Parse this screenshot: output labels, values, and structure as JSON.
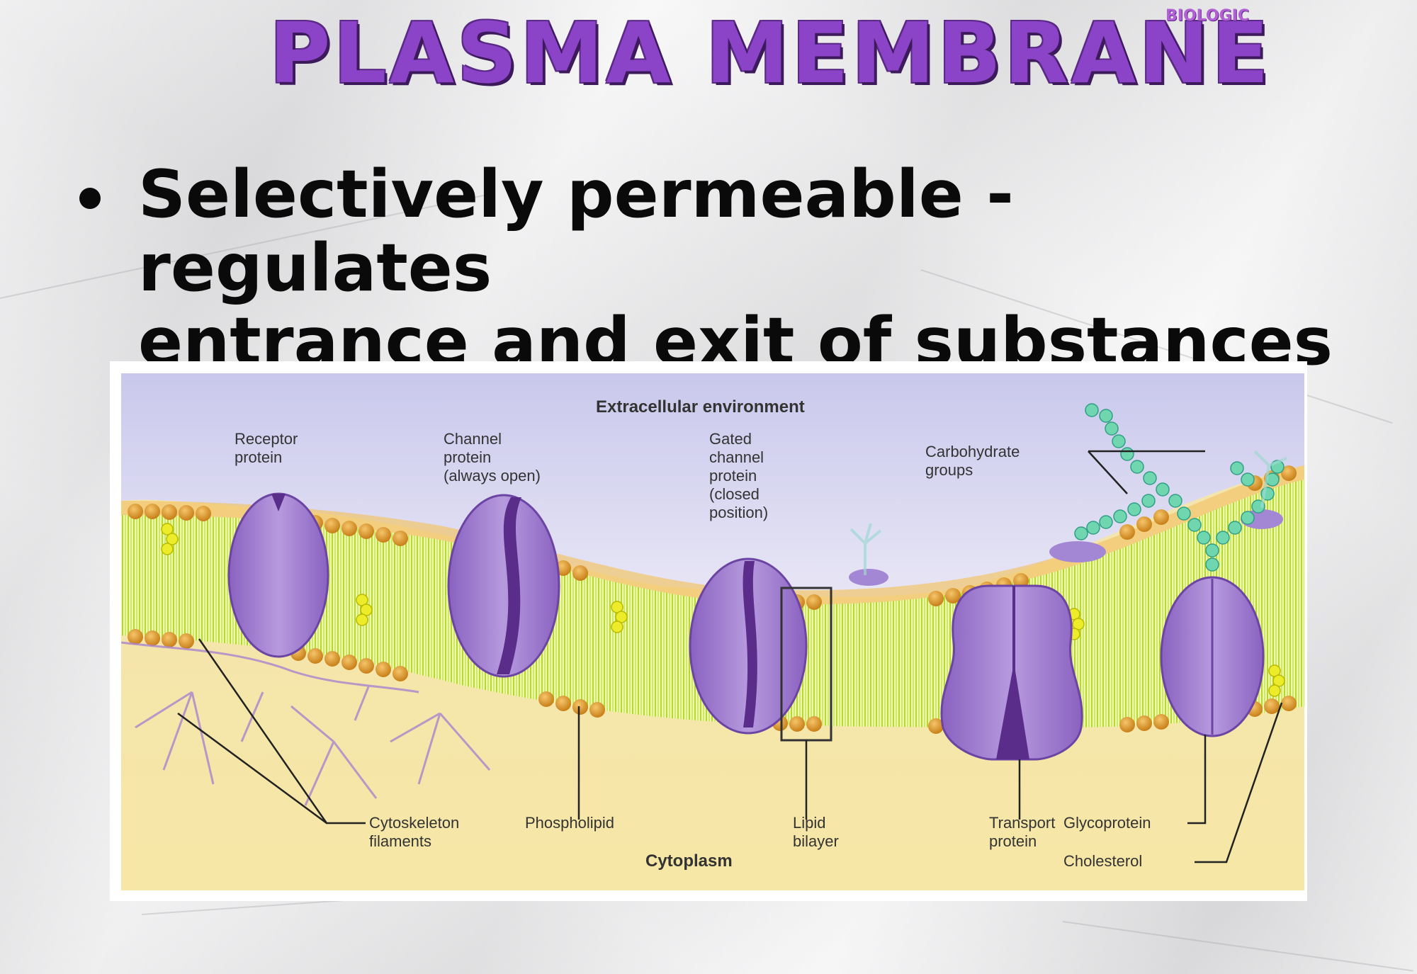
{
  "title": "PLASMA MEMBRANE",
  "brand": "BIOLOGIC",
  "bullet": {
    "line1": "Selectively permeable - regulates",
    "line2": "entrance and exit of substances"
  },
  "diagram": {
    "top_region": "Extracellular environment",
    "bottom_region": "Cytoplasm",
    "labels": {
      "receptor1": "Receptor",
      "receptor2": "protein",
      "channel1": "Channel",
      "channel2": "protein",
      "channel3": "(always open)",
      "gated1": "Gated",
      "gated2": "channel",
      "gated3": "protein",
      "gated4": "(closed",
      "gated5": "position)",
      "carb1": "Carbohydrate",
      "carb2": "groups",
      "cyto1": "Cytoskeleton",
      "cyto2": "filaments",
      "phospholipid": "Phospholipid",
      "lipid1": "Lipid",
      "lipid2": "bilayer",
      "transport1": "Transport",
      "transport2": "protein",
      "glycoprotein": "Glycoprotein",
      "cholesterol": "Cholesterol"
    }
  }
}
